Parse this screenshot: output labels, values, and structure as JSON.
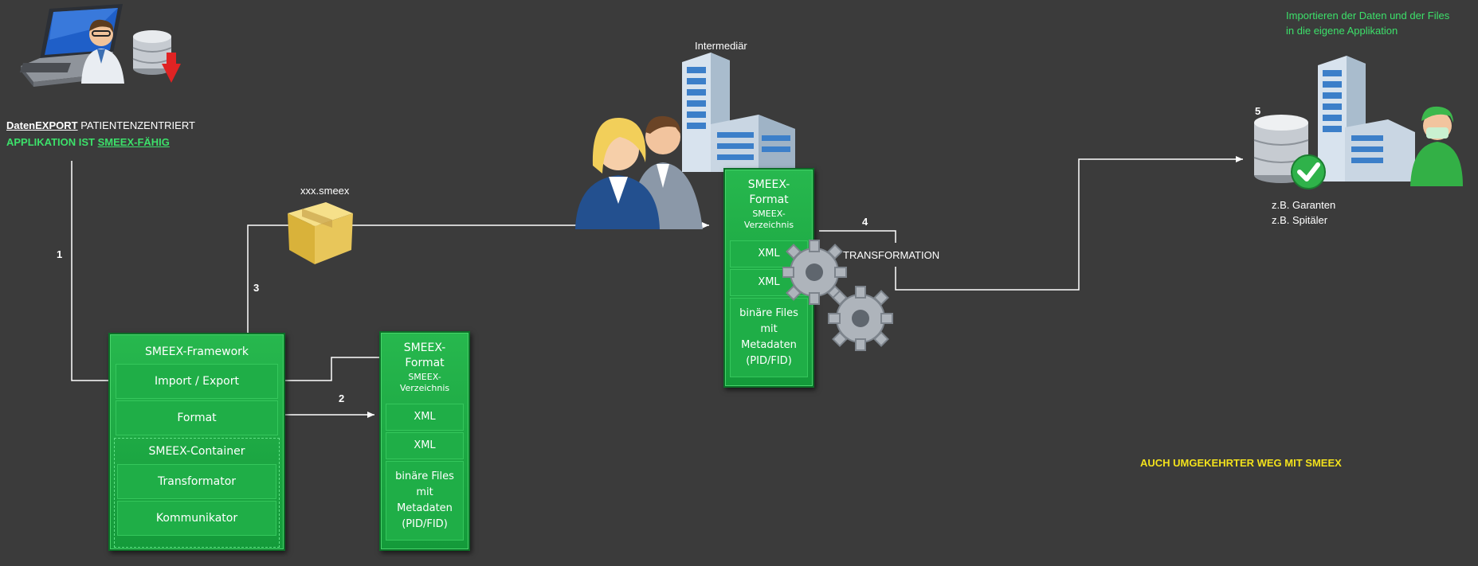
{
  "top_left": {
    "line1_underlined": "DatenEXPORT",
    "line1_rest": " PATIENTENZENTRIERT",
    "line2_prefix": "APPLIKATION IST ",
    "line2_link": "SMEEX-FÄHIG"
  },
  "steps": {
    "s1": "1",
    "s2": "2",
    "s3": "3",
    "s4": "4",
    "s5": "5"
  },
  "file_label": "xxx.smeex",
  "intermediary_label": "Intermediär",
  "transformation_label": "TRANSFORMATION",
  "import_note": {
    "line1": "Importieren der Daten und der Files",
    "line2": "in die eigene Applikation"
  },
  "recipients": {
    "line1": "z.B. Garanten",
    "line2": "z.B. Spitäler"
  },
  "reverse_note": "AUCH UMGEKEHRTER WEG MIT SMEEX",
  "framework": {
    "title": "SMEEX-Framework",
    "import_export": "Import / Export",
    "format": "Format",
    "container_title": "SMEEX-Container",
    "transformator": "Transformator",
    "kommunikator": "Kommunikator"
  },
  "format_box": {
    "title1": "SMEEX-",
    "title2": "Format",
    "sub1": "SMEEX-",
    "sub2": "Verzeichnis",
    "xml1": "XML",
    "xml2": "XML",
    "files": [
      "binäre Files",
      "mit",
      "Metadaten",
      "(PID/FID)"
    ]
  },
  "icons": [
    "laptop-doctor-icon",
    "database-down-icon",
    "package-icon",
    "building-icon",
    "business-people-icon",
    "gears-icon",
    "database-check-icon",
    "surgeon-icon"
  ]
}
